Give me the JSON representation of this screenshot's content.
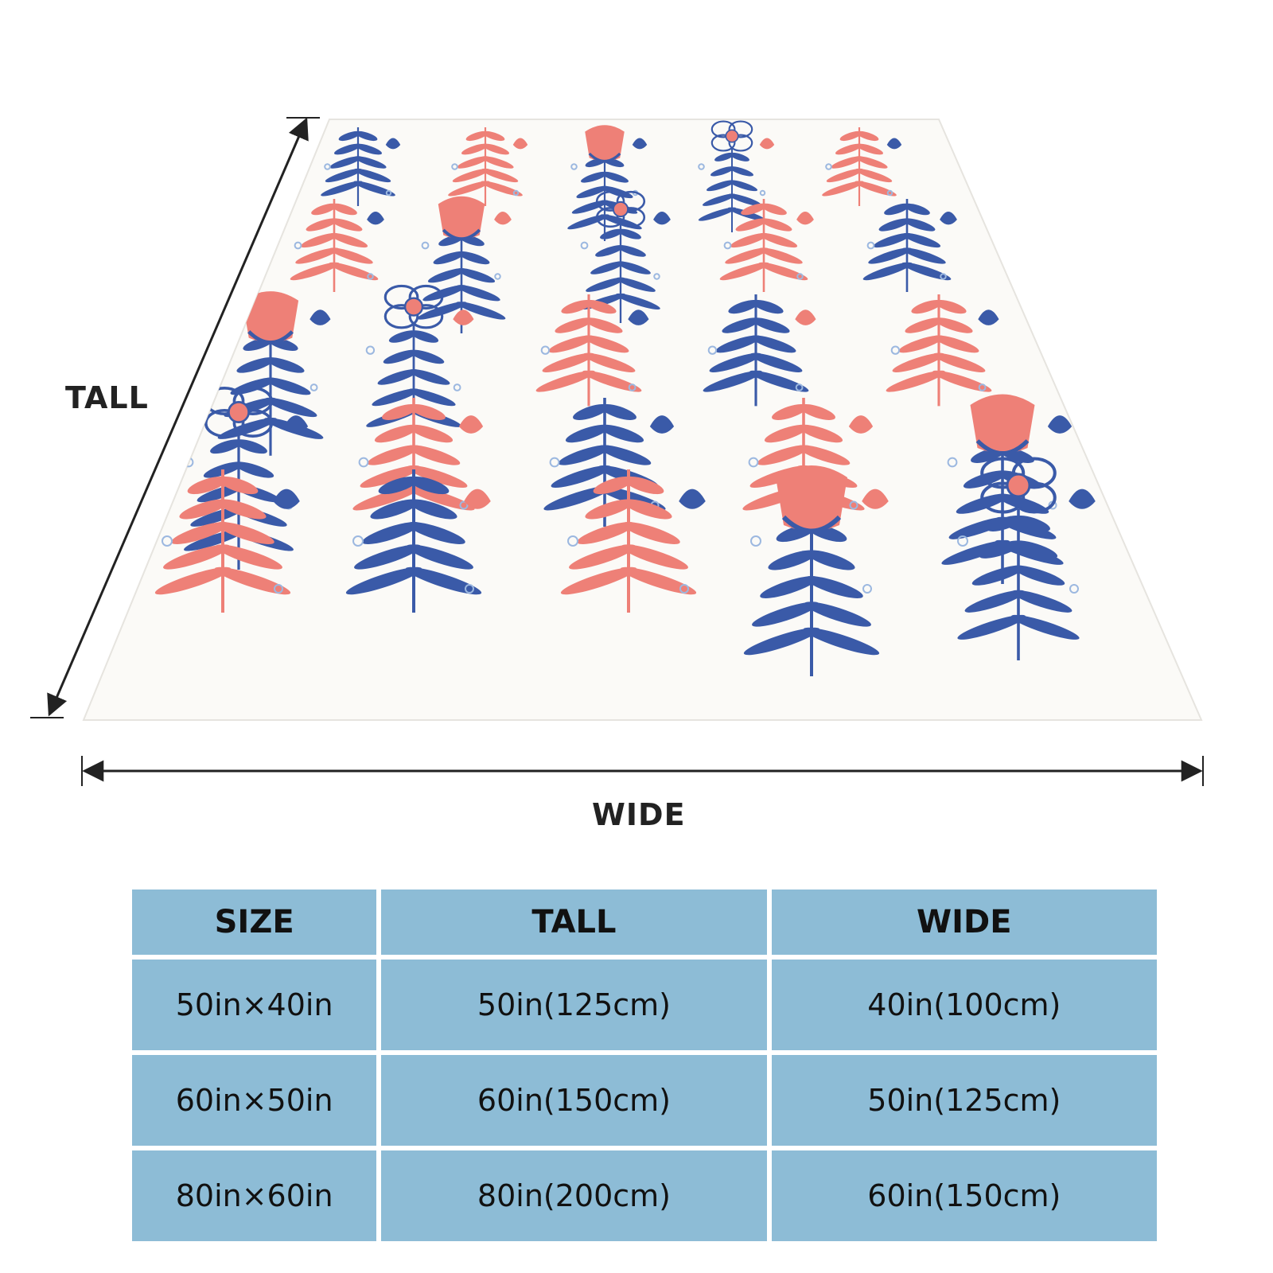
{
  "colors": {
    "table_cell": "#8dbcd6",
    "pattern_blue": "#3a5aa8",
    "pattern_coral": "#ee8077",
    "pattern_light_blue": "#9cb8e0",
    "blanket_bg": "#fbfaf7"
  },
  "blanket": {
    "pattern_description_icons": [
      "leaf-stem-icon",
      "tulip-icon",
      "daisy-flower-icon",
      "fern-icon",
      "small-bud-icon"
    ]
  },
  "dimensions": {
    "tall_label": "TALL",
    "wide_label": "WIDE"
  },
  "size_table": {
    "headers": [
      "SIZE",
      "TALL",
      "WIDE"
    ],
    "rows": [
      [
        "50in×40in",
        "50in(125cm)",
        "40in(100cm)"
      ],
      [
        "60in×50in",
        "60in(150cm)",
        "50in(125cm)"
      ],
      [
        "80in×60in",
        "80in(200cm)",
        "60in(150cm)"
      ]
    ]
  }
}
